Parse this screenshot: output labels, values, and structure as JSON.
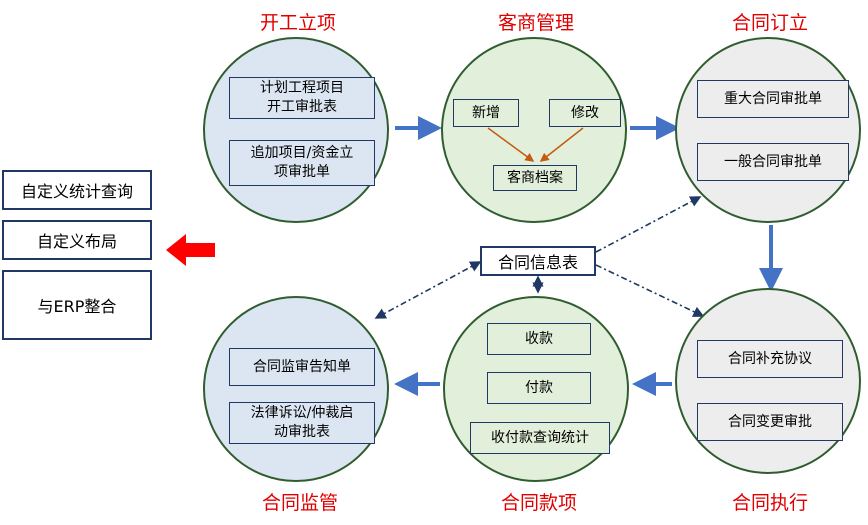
{
  "stages": {
    "start": {
      "title": "开工立项",
      "items": [
        "计划工程项目\n开工审批表",
        "追加项目/资金立\n项审批单"
      ]
    },
    "customer": {
      "title": "客商管理",
      "items": [
        "新增",
        "修改",
        "客商档案"
      ]
    },
    "contract_set": {
      "title": "合同订立",
      "items": [
        "重大合同审批单",
        "一般合同审批单"
      ]
    },
    "execution": {
      "title": "合同执行",
      "items": [
        "合同补充协议",
        "合同变更审批"
      ]
    },
    "payment": {
      "title": "合同款项",
      "items": [
        "收款",
        "付款",
        "收付款查询统计"
      ]
    },
    "supervision": {
      "title": "合同监管",
      "items": [
        "合同监审告知单",
        "法律诉讼/仲裁启\n动审批表"
      ]
    }
  },
  "center": "合同信息表",
  "side_menu": [
    "自定义统计查询",
    "自定义布局",
    "与ERP整合"
  ],
  "colors": {
    "title": "#e00000",
    "arrow": "#4472c4",
    "side_arrow": "#ff0000",
    "border": "#1f3864"
  }
}
